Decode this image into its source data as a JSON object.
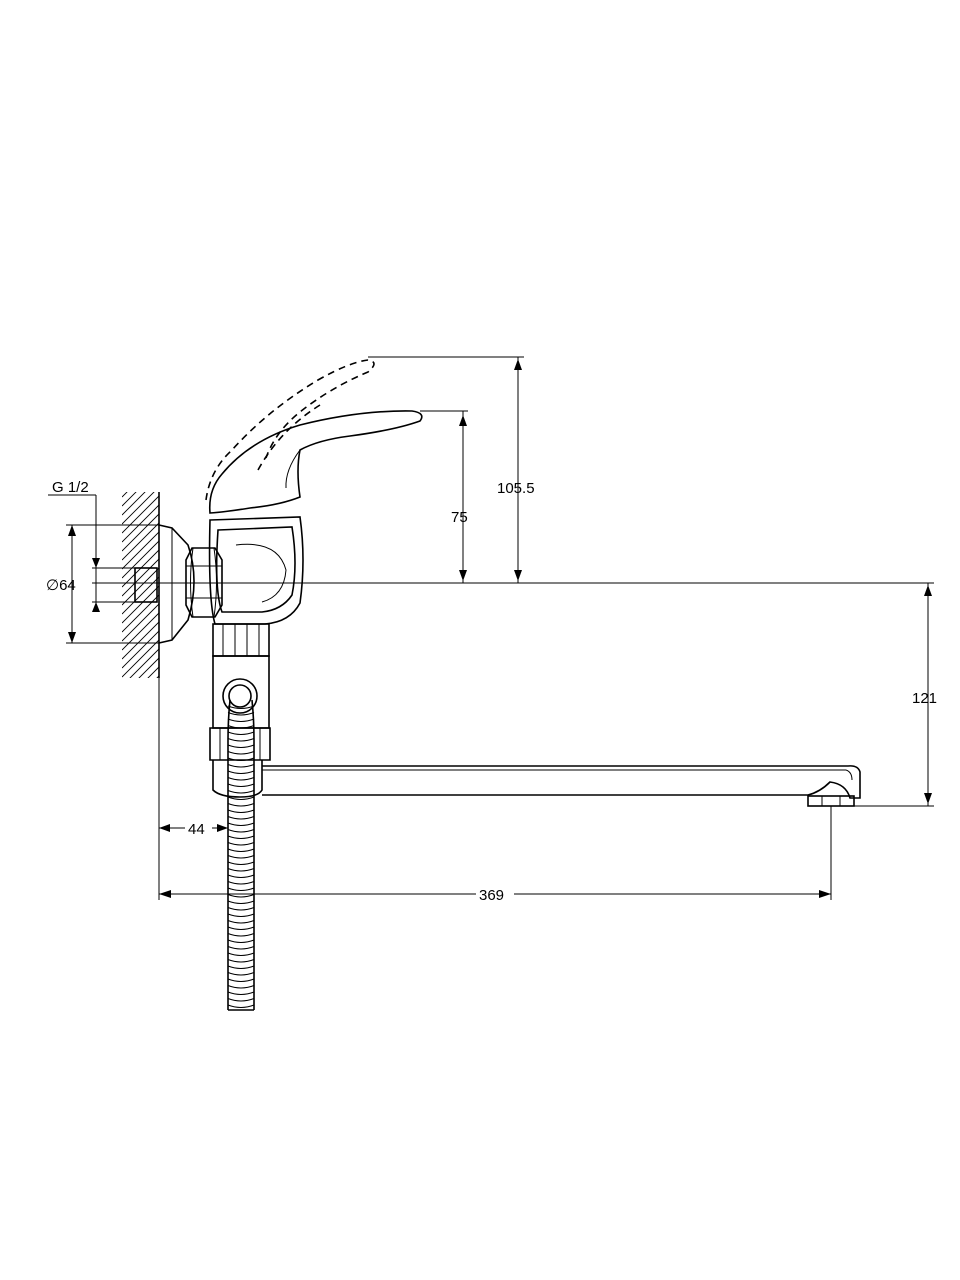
{
  "dimensions": {
    "thread": "G 1/2",
    "flange_diameter": "∅64",
    "handle_height": "75",
    "handle_raised_height": "105.5",
    "spout_drop": "121",
    "wall_offset": "44",
    "spout_reach": "369"
  }
}
